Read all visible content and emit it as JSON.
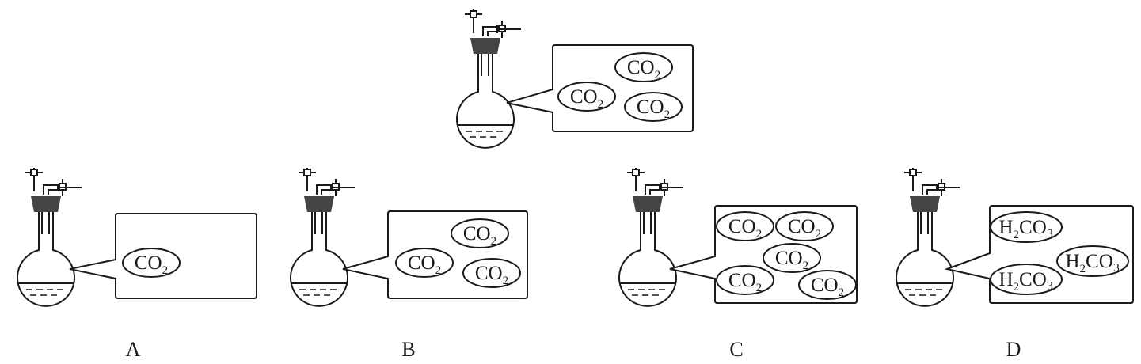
{
  "reference": {
    "molecules": [
      {
        "base": "CO",
        "sub": "2",
        "tail": ""
      },
      {
        "base": "CO",
        "sub": "2",
        "tail": ""
      },
      {
        "base": "CO",
        "sub": "2",
        "tail": ""
      }
    ]
  },
  "options": [
    {
      "letter": "A",
      "molecules": [
        {
          "base": "CO",
          "sub": "2",
          "tail": ""
        }
      ]
    },
    {
      "letter": "B",
      "molecules": [
        {
          "base": "CO",
          "sub": "2",
          "tail": ""
        },
        {
          "base": "CO",
          "sub": "2",
          "tail": ""
        },
        {
          "base": "CO",
          "sub": "2",
          "tail": ""
        }
      ]
    },
    {
      "letter": "C",
      "molecules": [
        {
          "base": "CO",
          "sub": "2",
          "tail": ""
        },
        {
          "base": "CO",
          "sub": "2",
          "tail": ""
        },
        {
          "base": "CO",
          "sub": "2",
          "tail": ""
        },
        {
          "base": "CO",
          "sub": "2",
          "tail": ""
        },
        {
          "base": "CO",
          "sub": "2",
          "tail": ""
        }
      ]
    },
    {
      "letter": "D",
      "molecules": [
        {
          "base": "H",
          "sub": "2",
          "tail": "CO₃"
        },
        {
          "base": "H",
          "sub": "2",
          "tail": "CO₃"
        },
        {
          "base": "H",
          "sub": "2",
          "tail": "CO₃"
        }
      ]
    }
  ]
}
